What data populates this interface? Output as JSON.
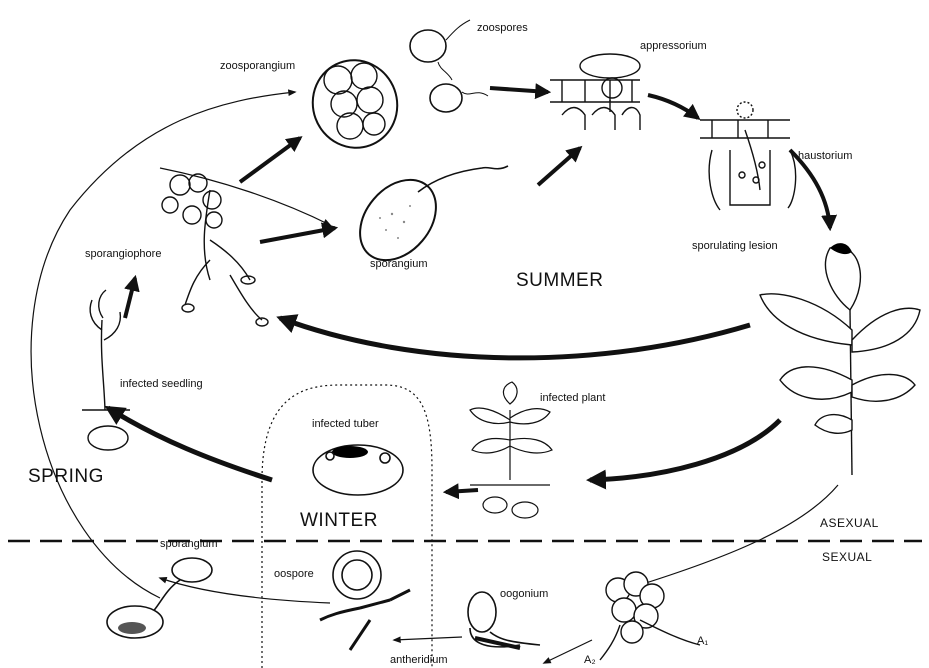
{
  "labels": {
    "zoosporangium": "zoosporangium",
    "zoospores": "zoospores",
    "appressorium": "appressorium",
    "haustorium": "haustorium",
    "sporangiophore": "sporangiophore",
    "sporangium_top": "sporangium",
    "sporulating_lesion": "sporulating lesion",
    "infected_seedling": "infected seedling",
    "infected_plant": "infected plant",
    "infected_tuber": "infected tuber",
    "sporangium_bottom": "sporangium",
    "oospore": "oospore",
    "oogonium": "oogonium",
    "antheridium": "antheridium",
    "a1": "A₁",
    "a2": "A₂"
  },
  "seasons": {
    "summer": "SUMMER",
    "spring": "SPRING",
    "winter": "WINTER"
  },
  "phases": {
    "asexual": "ASEXUAL",
    "sexual": "SEXUAL"
  },
  "colors": {
    "ink": "#111111",
    "lesion": "#000000",
    "background": "#ffffff"
  }
}
